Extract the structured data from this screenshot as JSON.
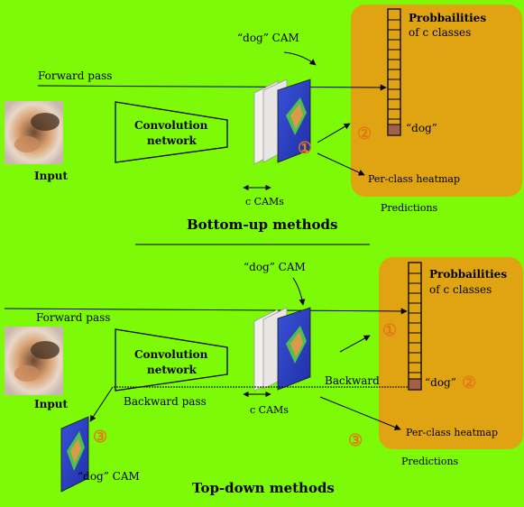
{
  "bottom_up": {
    "forward_pass": "Forward pass",
    "input": "Input",
    "conv_line1": "Convolution",
    "conv_line2": "network",
    "dog_cam": "“dog” CAM",
    "c_cams": "c CAMs",
    "probs_line1": "Probbailities",
    "probs_line2": "of c classes",
    "dog": "“dog”",
    "heatmap": "Per-class heatmap",
    "predictions": "Predictions",
    "title": "Bottom-up methods",
    "circle_1": "①",
    "circle_2": "②"
  },
  "top_down": {
    "forward_pass": "Forward pass",
    "input": "Input",
    "conv_line1": "Convolution",
    "conv_line2": "network",
    "backward_pass": "Backward pass",
    "backward": "Backward",
    "dog_cam_top": "“dog” CAM",
    "dog_cam_bottom": "“dog” CAM",
    "c_cams": "c CAMs",
    "probs_line1": "Probbailities",
    "probs_line2": "of c classes",
    "dog": "“dog”",
    "heatmap": "Per-class heatmap",
    "predictions": "Predictions",
    "title": "Top-down methods",
    "circle_1": "①",
    "circle_2": "②",
    "circle_3a": "③",
    "circle_3b": "③"
  },
  "colors": {
    "background": "#7dfa07",
    "panel": "#e0a412",
    "accent_orange": "#e07a14",
    "dog_bar": "#a1604a",
    "cam_blue": "#2b3fc4"
  }
}
